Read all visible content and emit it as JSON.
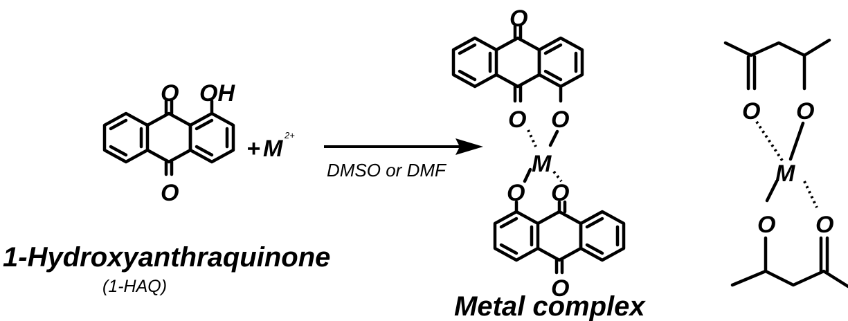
{
  "reactant": {
    "name": "1-Hydroxyanthraquinone",
    "abbreviation": "(1-HAQ)",
    "label_oh": "OH",
    "label_o_top": "O",
    "label_o_bottom": "O"
  },
  "reagent": {
    "plus": "+",
    "metal": "M",
    "charge": "2+"
  },
  "arrow": {
    "condition": "DMSO or DMF"
  },
  "product": {
    "name": "Metal complex",
    "label_metal": "M",
    "label_o": "O"
  },
  "acac_complex": {
    "label_metal": "M",
    "label_o": "O"
  }
}
